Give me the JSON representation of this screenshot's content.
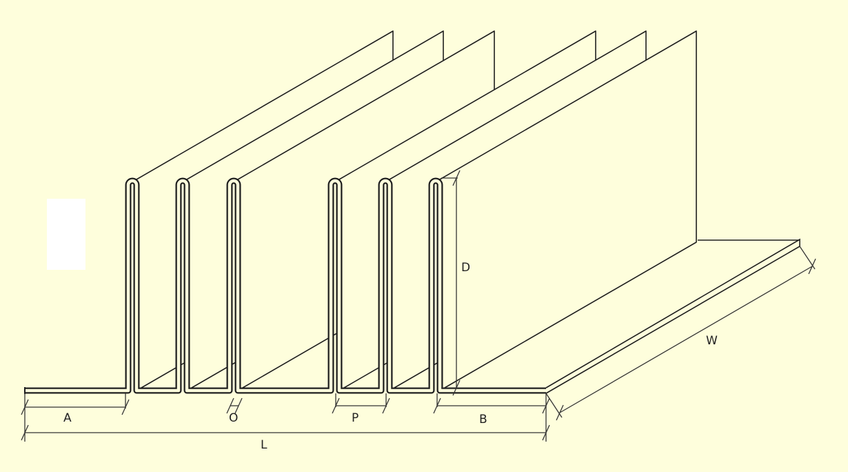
{
  "colors": {
    "background": "#fefedc",
    "line": "#1e1e1e",
    "dimension": "#333333"
  },
  "dimensions": {
    "A": "A",
    "O": "O",
    "P": "P",
    "B": "B",
    "L": "L",
    "D": "D",
    "W": "W"
  }
}
